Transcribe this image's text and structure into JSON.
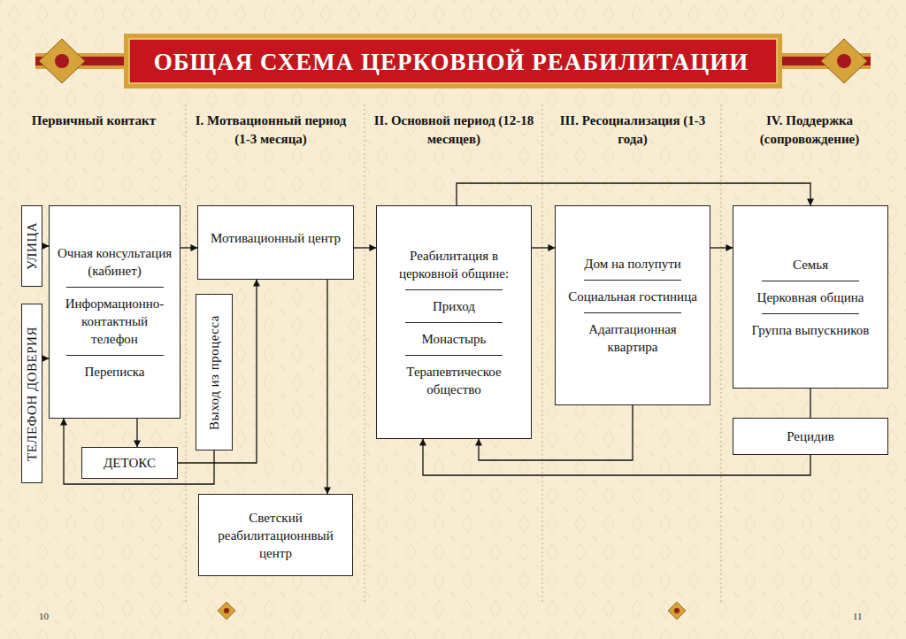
{
  "diagram": {
    "title": "ОБЩАЯ СХЕМА ЦЕРКОВНОЙ РЕАБИЛИТАЦИИ",
    "nodes": [
      {
        "text": [
          "УЛИЦА"
        ]
      },
      {
        "text": [
          "ТЕЛЕФОН ДОВЕРИЯ"
        ]
      },
      {
        "text": [
          "Очная консультация (кабинет)",
          "Информационно-контактный телефон",
          "Переписка"
        ]
      },
      {
        "text": [
          "ДЕТОКС"
        ]
      },
      {
        "text": [
          "Мотивационный центр"
        ]
      },
      {
        "text": [
          "Выход из процесса"
        ]
      },
      {
        "text": [
          "Светский реабилитационнвый центр"
        ]
      },
      {
        "text": [
          "Реабилитация в церковной общине:",
          "Приход",
          "Монастырь",
          "Терапевтическое общество"
        ]
      },
      {
        "text": [
          "Дом на полупути",
          "Социальная гостиница",
          "Адаптационная квартира"
        ]
      },
      {
        "text": [
          "Семья",
          "Церковная община",
          "Группа выпускников"
        ]
      },
      {
        "text": [
          "Рецидив"
        ]
      }
    ],
    "edges": [
      {
        "from": 0,
        "to": 2,
        "arrow": "to"
      },
      {
        "from": 1,
        "to": 2,
        "arrow": "to"
      },
      {
        "from": 2,
        "to": 4,
        "arrow": "to"
      },
      {
        "from": 2,
        "to": 3,
        "arrow": "to"
      },
      {
        "from": 3,
        "to": 4,
        "arrow": "to"
      },
      {
        "from": 5,
        "to": 2,
        "arrow": "to"
      },
      {
        "from": 4,
        "to": 6,
        "arrow": "to"
      },
      {
        "from": 4,
        "to": 7,
        "arrow": "to"
      },
      {
        "from": 7,
        "to": 8,
        "arrow": "to"
      },
      {
        "from": 8,
        "to": 9,
        "arrow": "to"
      },
      {
        "from": 7,
        "to": 9,
        "arrow": "to"
      },
      {
        "from": 8,
        "to": 7,
        "arrow": "to"
      },
      {
        "from": 9,
        "to": 10,
        "arrow": "none"
      },
      {
        "from": 10,
        "to": 7,
        "arrow": "to"
      }
    ],
    "labels": [
      "Первичный контакт",
      "I. Мотвационный период (1-3 месяца)",
      "II. Основной период (12-18 месяцев)",
      "III. Ресоциализация (1-3 года)",
      "IV. Поддержка (сопровождение)",
      "10",
      "11"
    ]
  }
}
